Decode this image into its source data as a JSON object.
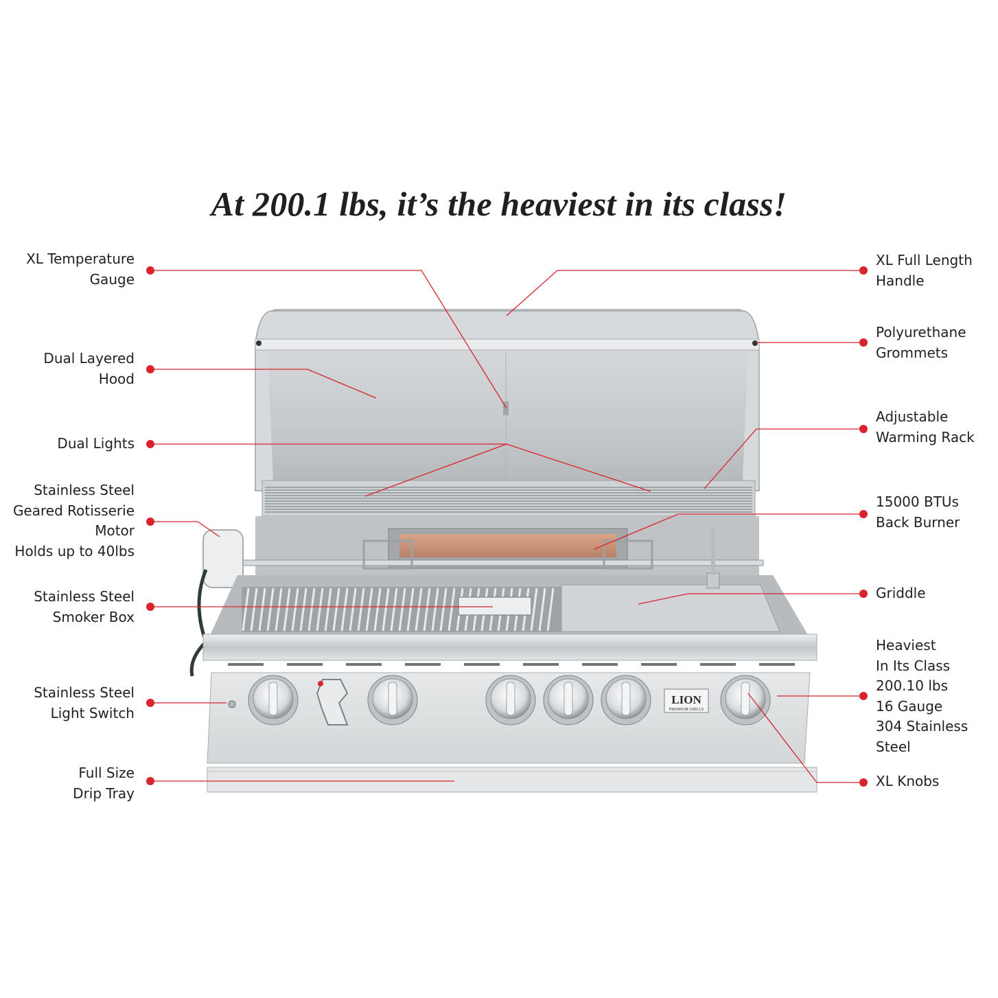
{
  "headline": "At 200.1 lbs, it’s the heaviest in its class!",
  "colors": {
    "callout": "#d9232e",
    "text": "#231f20",
    "steel": "#c9ccce"
  },
  "brand": {
    "logo_word": "LION",
    "logo_sub": "PREMIUM GRILLS"
  },
  "left_labels": [
    "XL Temperature\nGauge",
    "Dual Layered\nHood",
    "Dual Lights",
    "Stainless Steel\nGeared Rotisserie\nMotor\nHolds up to 40lbs",
    "Stainless Steel\nSmoker Box",
    "Stainless Steel\nLight Switch",
    "Full Size\nDrip Tray"
  ],
  "right_labels": [
    "XL Full Length\nHandle",
    "Polyurethane\nGrommets",
    "Adjustable\nWarming Rack",
    "15000 BTUs\nBack Burner",
    "Griddle",
    "Heaviest\nIn Its Class\n200.10 lbs\n16 Gauge\n304 Stainless\nSteel",
    "XL Knobs"
  ]
}
